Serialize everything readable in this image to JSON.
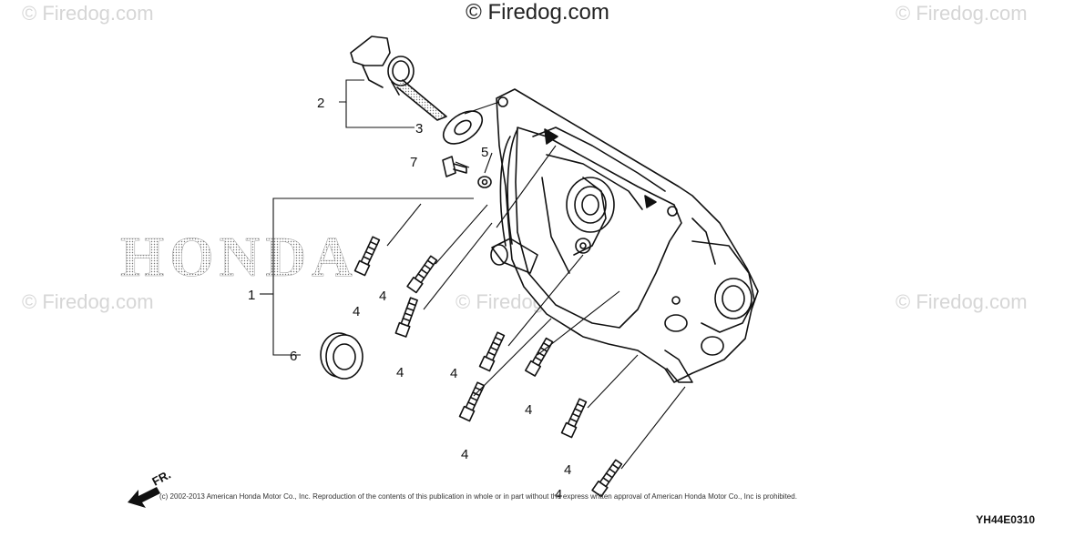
{
  "watermarks": {
    "center": "© Firedog.com",
    "corner": "© Firedog.com"
  },
  "brand_text": "HONDA",
  "diagram_code": "YH44E0310",
  "copyright": "(c) 2002-2013 American Honda Motor Co., Inc. Reproduction of the contents of this publication in whole or in part without the express written approval of American Honda Motor Co., Inc is prohibited.",
  "direction_label": "FR.",
  "callouts": {
    "c1": "1",
    "c2": "2",
    "c3": "3",
    "c4": "4",
    "c5": "5",
    "c6": "6",
    "c7": "7"
  }
}
